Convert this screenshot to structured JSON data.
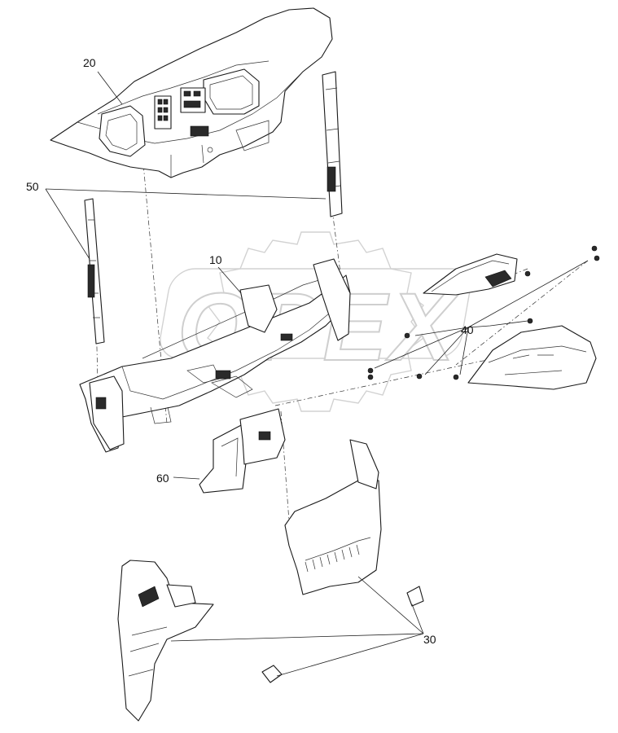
{
  "watermark": {
    "text": "OPEX"
  },
  "callouts": [
    {
      "id": "label-10",
      "text": "10"
    },
    {
      "id": "label-20",
      "text": "20"
    },
    {
      "id": "label-30",
      "text": "30"
    },
    {
      "id": "label-40",
      "text": "40"
    },
    {
      "id": "label-50",
      "text": "50"
    },
    {
      "id": "label-60",
      "text": "60"
    }
  ]
}
